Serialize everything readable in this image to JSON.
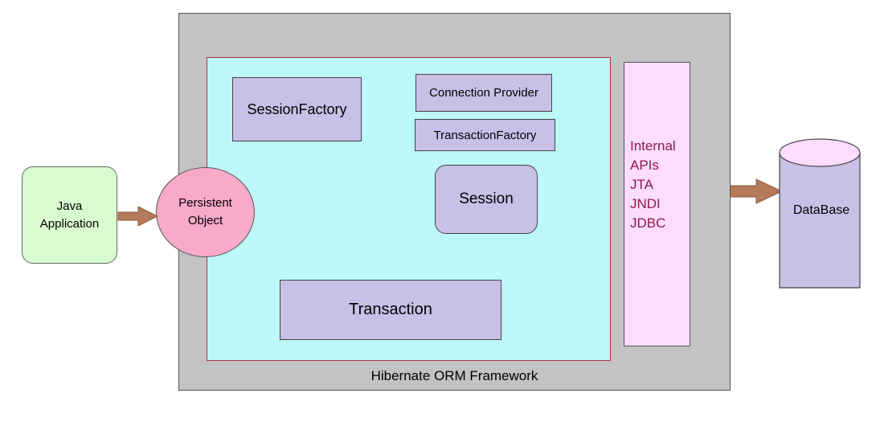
{
  "framework": {
    "label": "Hibernate ORM Framework"
  },
  "components": {
    "session_factory": "SessionFactory",
    "connection_provider": "Connection Provider",
    "transaction_factory": "TransactionFactory",
    "session": "Session",
    "transaction": "Transaction"
  },
  "internal_apis": [
    "Internal",
    "APIs",
    "JTA",
    "JNDI",
    "JDBC"
  ],
  "java_application": {
    "line1": "Java",
    "line2": "Application"
  },
  "persistent_object": {
    "line1": "Persistent",
    "line2": "Object"
  },
  "database": {
    "label": "DataBase"
  },
  "colors": {
    "framework_bg": "#c3c3c3",
    "core_bg": "#bdf8f8",
    "component_bg": "#c8c0e6",
    "internal_bg": "#fddcfd",
    "internal_text": "#8b1a4a",
    "java_app_bg": "#d9fbd0",
    "persistent_bg": "#f8aac8",
    "arrow": "#b47a5a"
  }
}
